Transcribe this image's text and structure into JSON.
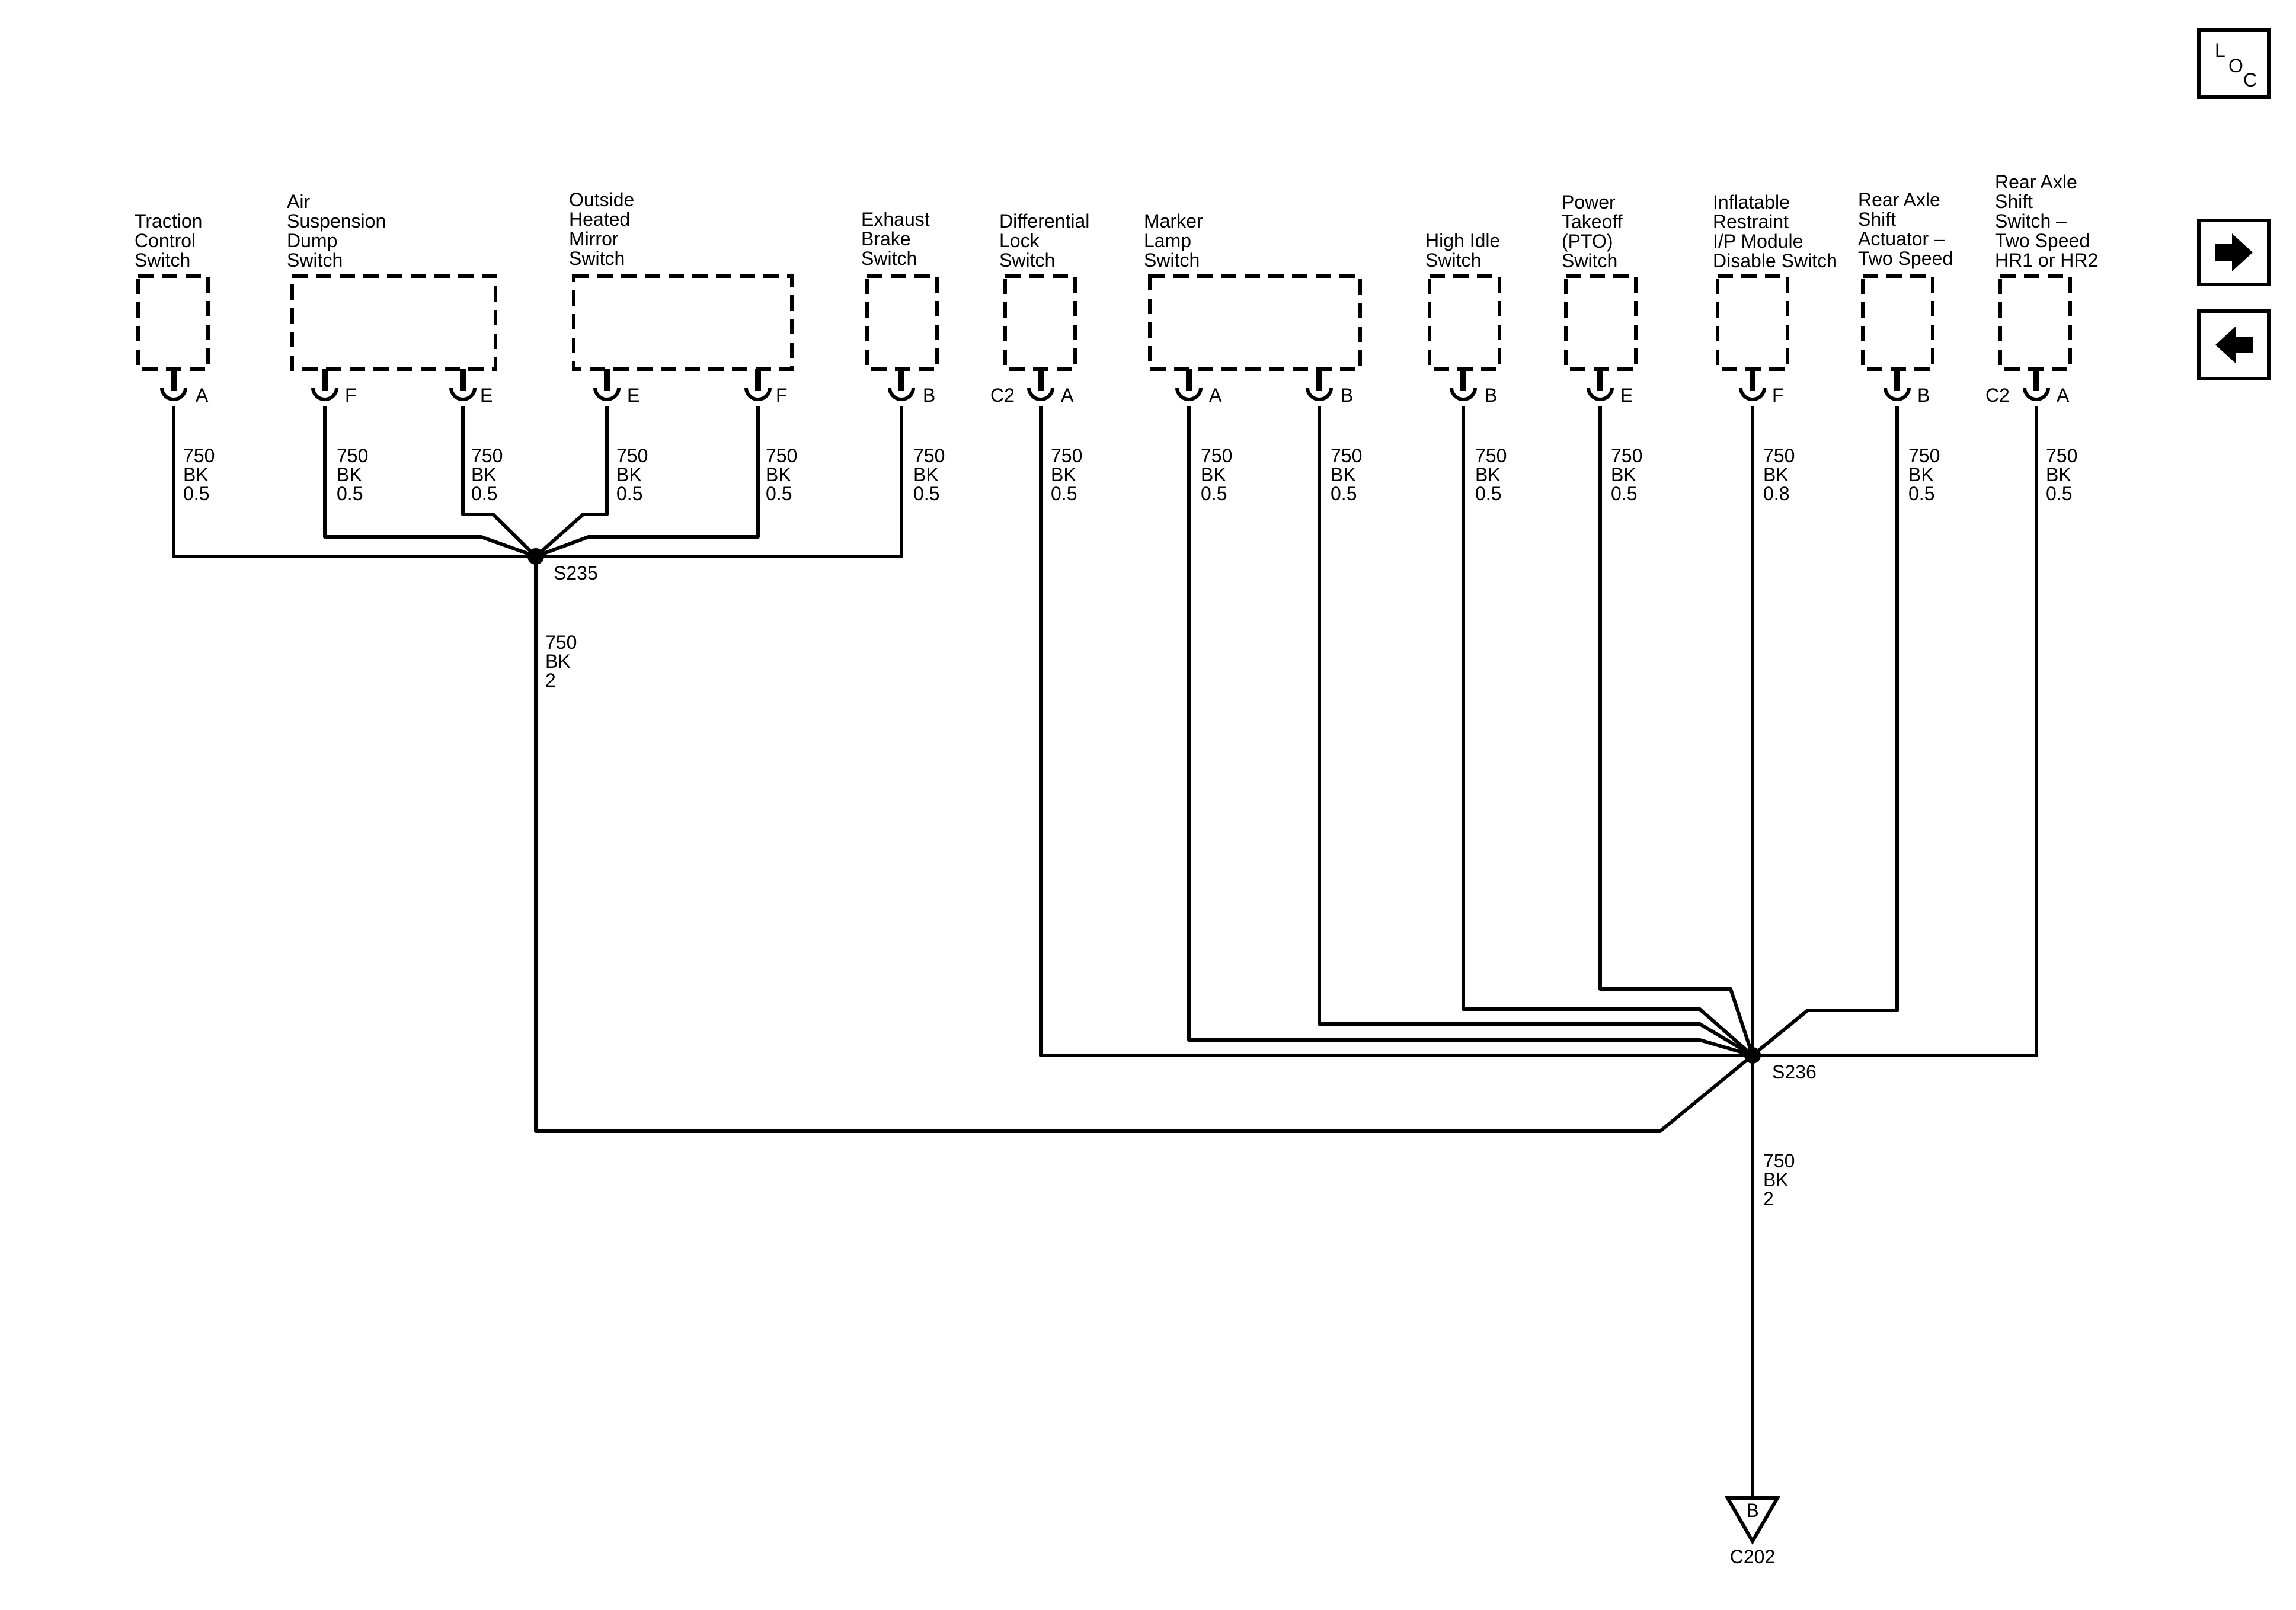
{
  "components": [
    {
      "id": "traction",
      "label": [
        "Traction",
        "Control",
        "Switch"
      ],
      "pins": [
        {
          "letter": "A"
        }
      ],
      "wires": [
        [
          "750",
          "BK",
          "0.5"
        ]
      ]
    },
    {
      "id": "air-susp",
      "label": [
        "Air",
        "Suspension",
        "Dump",
        "Switch"
      ],
      "pins": [
        {
          "letter": "F"
        },
        {
          "letter": "E"
        }
      ],
      "wires": [
        [
          "750",
          "BK",
          "0.5"
        ],
        [
          "750",
          "BK",
          "0.5"
        ]
      ]
    },
    {
      "id": "mirror",
      "label": [
        "Outside",
        "Heated",
        "Mirror",
        "Switch"
      ],
      "pins": [
        {
          "letter": "E"
        },
        {
          "letter": "F"
        }
      ],
      "wires": [
        [
          "750",
          "BK",
          "0.5"
        ],
        [
          "750",
          "BK",
          "0.5"
        ]
      ]
    },
    {
      "id": "exhaust",
      "label": [
        "Exhaust",
        "Brake",
        "Switch"
      ],
      "pins": [
        {
          "letter": "B"
        }
      ],
      "wires": [
        [
          "750",
          "BK",
          "0.5"
        ]
      ]
    },
    {
      "id": "diff-lock",
      "label": [
        "Differential",
        "Lock",
        "Switch"
      ],
      "connector": "C2",
      "pins": [
        {
          "letter": "A"
        }
      ],
      "wires": [
        [
          "750",
          "BK",
          "0.5"
        ]
      ]
    },
    {
      "id": "marker",
      "label": [
        "Marker",
        "Lamp",
        "Switch"
      ],
      "pins": [
        {
          "letter": "A"
        },
        {
          "letter": "B"
        }
      ],
      "wires": [
        [
          "750",
          "BK",
          "0.5"
        ],
        [
          "750",
          "BK",
          "0.5"
        ]
      ]
    },
    {
      "id": "high-idle",
      "label": [
        "High Idle",
        "Switch"
      ],
      "pins": [
        {
          "letter": "B"
        }
      ],
      "wires": [
        [
          "750",
          "BK",
          "0.5"
        ]
      ]
    },
    {
      "id": "pto",
      "label": [
        "Power",
        "Takeoff",
        "(PTO)",
        "Switch"
      ],
      "pins": [
        {
          "letter": "E"
        }
      ],
      "wires": [
        [
          "750",
          "BK",
          "0.5"
        ]
      ]
    },
    {
      "id": "airbag",
      "label": [
        "Inflatable",
        "Restraint",
        "I/P Module",
        "Disable Switch"
      ],
      "pins": [
        {
          "letter": "F"
        }
      ],
      "wires": [
        [
          "750",
          "BK",
          "0.8"
        ]
      ]
    },
    {
      "id": "axle-act",
      "label": [
        "Rear Axle",
        "Shift",
        "Actuator –",
        "Two Speed"
      ],
      "pins": [
        {
          "letter": "B"
        }
      ],
      "wires": [
        [
          "750",
          "BK",
          "0.5"
        ]
      ]
    },
    {
      "id": "axle-sw",
      "label": [
        "Rear Axle",
        "Shift",
        "Switch –",
        "Two Speed",
        "HR1 or HR2"
      ],
      "connector": "C2",
      "pins": [
        {
          "letter": "A"
        }
      ],
      "wires": [
        [
          "750",
          "BK",
          "0.5"
        ]
      ]
    }
  ],
  "splices": {
    "s235": {
      "label": "S235",
      "wire": [
        "750",
        "BK",
        "2"
      ]
    },
    "s236": {
      "label": "S236",
      "wire": [
        "750",
        "BK",
        "2"
      ]
    }
  },
  "ground_connector": {
    "pin": "B",
    "label": "C202"
  },
  "nav": {
    "loc_letters": [
      "L",
      "O",
      "C"
    ],
    "next_icon": "arrow-right-icon",
    "prev_icon": "arrow-left-icon"
  }
}
